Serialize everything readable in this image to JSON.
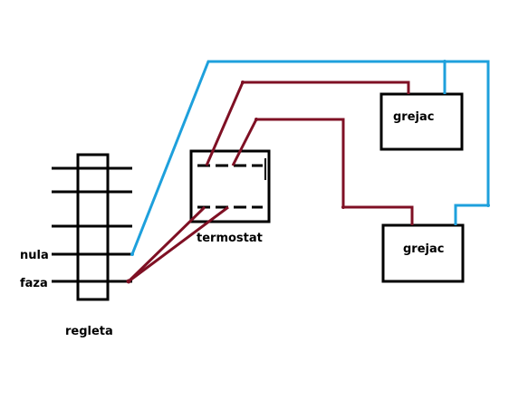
{
  "labels": {
    "nula": "nula",
    "faza": "faza",
    "regleta": "regleta",
    "termostat": "termostat",
    "heater_top": "grejac",
    "heater_bottom": "grejac"
  },
  "colors": {
    "outline": "#000000",
    "neutral_wire": "#1ea0dc",
    "phase_wire": "#7f1024",
    "background": "#ffffff"
  }
}
